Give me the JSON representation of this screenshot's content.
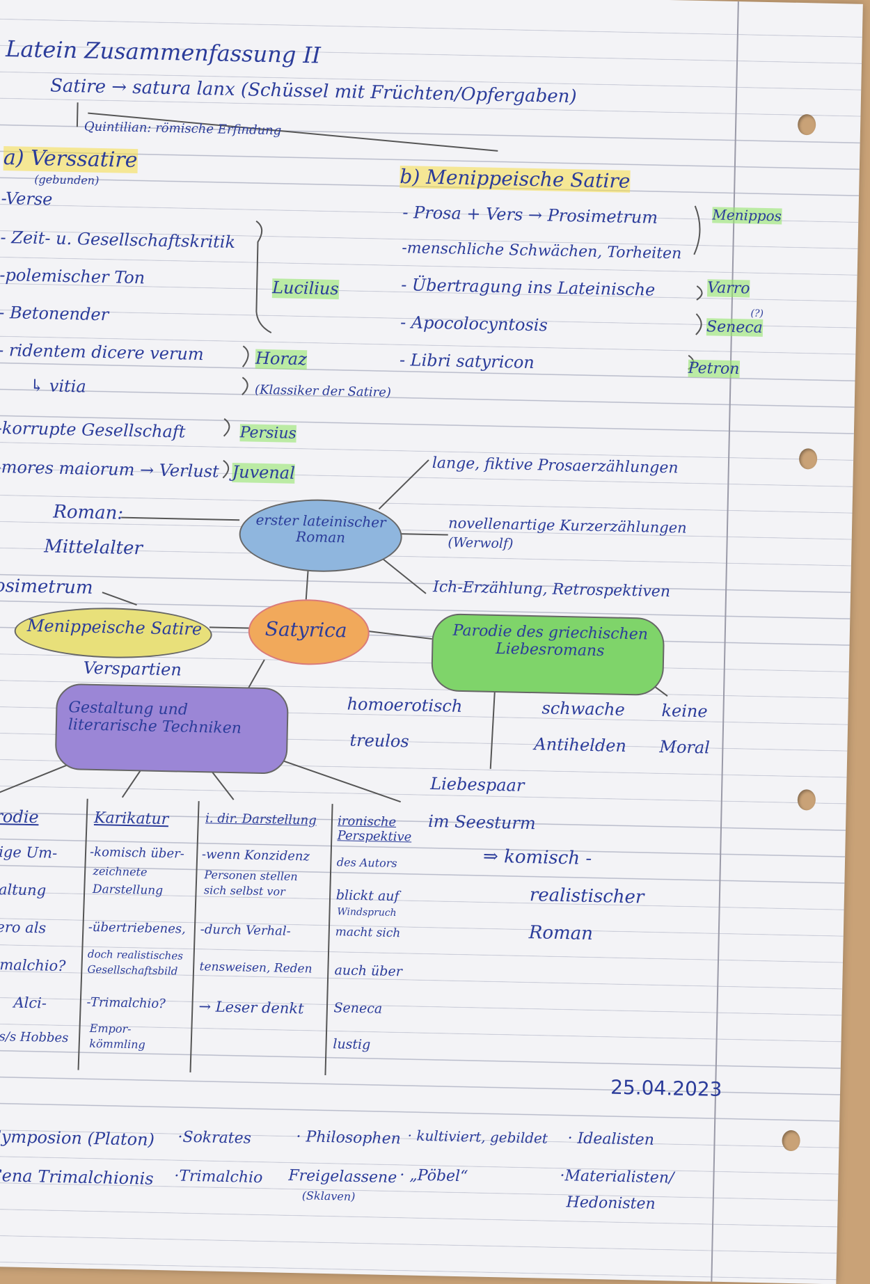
{
  "header": {
    "title": "Latein Zusammenfassung II",
    "satire_line": "Satire → satura lanx (Schüssel mit Früchten/Opfergaben)",
    "note_quintilian": "Quintilian: römische Erfindung"
  },
  "vers_satire": {
    "heading": "a) Verssatire",
    "subtitle": "(gebunden)",
    "items": [
      "-Verse",
      "- Zeit- u. Gesellschaftskritik",
      "-polemischer Ton",
      "- Betonender",
      "- ridentem dicere verum",
      "↳ vitia",
      "-korrupte Gesellschaft",
      "-mores maiorum → Verlust"
    ],
    "authors": [
      "Lucilius",
      "Horaz",
      "(Klassiker der Satire)",
      "Persius",
      "Juvenal"
    ]
  },
  "menipp_satire": {
    "heading": "b) Menippeische Satire",
    "items": [
      "- Prosa + Vers → Prosimetrum",
      "-menschliche Schwächen, Torheiten",
      "- Übertragung ins Lateinische",
      "- Apocolocyntosis",
      "- Libri satyricon"
    ],
    "authors": [
      "Menippos",
      "Varro",
      "Seneca",
      "(?)",
      "Petron"
    ]
  },
  "mindmap": {
    "roman_label": "Roman:",
    "roman_sub": "Mittelalter",
    "first_novel": "erster lateinischer Roman",
    "right_1": "lange, fiktive Prosaerzählungen",
    "right_2": "novellenartige Kurzerzählungen",
    "right_2b": "(Werwolf)",
    "right_3": "Ich-Erzählung, Retrospektiven",
    "prosimetrum": "Prosimetrum",
    "menipp": "Menippeische Satire",
    "center": "Satyrica",
    "verspartien": "Verspartien",
    "parody": "Parodie des griechischen Liebesromans",
    "gestaltung": "Gestaltung und literarische Techniken",
    "homo": "homoerotisch",
    "treulos": "treulos",
    "schwache": "schwache",
    "antihelden": "Antihelden",
    "keine": "keine",
    "moral": "Moral",
    "liebespaar": "Liebespaar",
    "seesturm": "im Seesturm",
    "conclusion": "⇒ komisch -",
    "conclusion_2": "realistischer",
    "conclusion_3": "Roman"
  },
  "columns": [
    {
      "head": "Parodie",
      "lines": [
        "witzige Um-",
        "gestaltung",
        "→ Nero als",
        "Trimalchio?",
        "Alci-",
        "biades/s Hobbes"
      ]
    },
    {
      "head": "Karikatur",
      "lines": [
        "-komisch über-",
        "zeichnete",
        "Darstellung",
        "-übertriebenes,",
        "doch realistisches",
        "Gesellschaftsbild",
        "-Trimalchio?",
        "Empor-",
        "kömmling"
      ]
    },
    {
      "head": "i. dir. Darstellung",
      "lines": [
        "-wenn Konzidenz",
        "Personen stellen",
        "sich selbst vor",
        "-durch Verhal-",
        "tensweisen, Reden",
        "→ Leser denkt"
      ]
    },
    {
      "head": "ironische Perspektive",
      "lines": [
        "des Autors",
        "blickt auf",
        "Windspruch",
        "macht sich",
        "auch über",
        "Seneca",
        "lustig"
      ]
    }
  ],
  "date": "25.04.2023",
  "symposion": {
    "row1": [
      "Symposion (Platon)",
      "·Sokrates",
      "· Philosophen",
      "· kultiviert, gebildet",
      "· Idealisten"
    ],
    "row2": [
      "Cena Trimalchionis",
      "·Trimalchio",
      "Freigelassene",
      "· „Pöbel“",
      "·Materialisten/"
    ],
    "sub1": "(Sklaven)",
    "sub2": "Hedonisten"
  }
}
